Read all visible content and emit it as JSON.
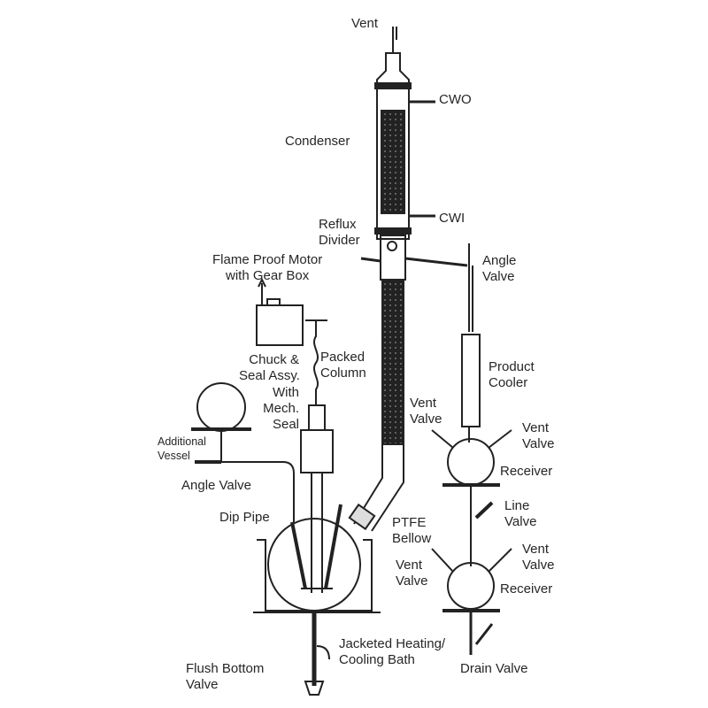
{
  "title": "Packed column distillation unit",
  "labels": {
    "vent": "Vent",
    "cwo": "CWO",
    "condenser": "Condenser",
    "cwi": "CWI",
    "reflux_divider": [
      "Reflux",
      "Divider"
    ],
    "motor": [
      "Flame Proof Motor",
      "with Gear Box"
    ],
    "angle_valve_right": [
      "Angle",
      "Valve"
    ],
    "chuck_seal": [
      "Chuck &",
      "Seal Assy."
    ],
    "packed_column": [
      "Packed",
      "Column"
    ],
    "mech_seal": [
      "With",
      "Mech.",
      "Seal"
    ],
    "product_cooler": [
      "Product",
      "Cooler"
    ],
    "vent_valve_mid": [
      "Vent",
      "Valve"
    ],
    "vent_valve_upper_right": [
      "Vent",
      "Valve"
    ],
    "receiver_upper": "Receiver",
    "additional_vessel": [
      "Additional",
      "Vessel"
    ],
    "angle_valve_left": "Angle Valve",
    "dip_pipe": "Dip Pipe",
    "line_valve": [
      "Line",
      "Valve"
    ],
    "ptfe_bellow": [
      "PTFE",
      "Bellow"
    ],
    "vent_valve_lower_right": [
      "Vent",
      "Valve"
    ],
    "vent_valve_lower_left": [
      "Vent",
      "Valve"
    ],
    "receiver_lower": "Receiver",
    "jacketed_bath": [
      "Jacketed Heating/",
      "Cooling Bath"
    ],
    "flush_bottom_valve": [
      "Flush Bottom",
      "Valve"
    ],
    "drain_valve": "Drain Valve"
  }
}
